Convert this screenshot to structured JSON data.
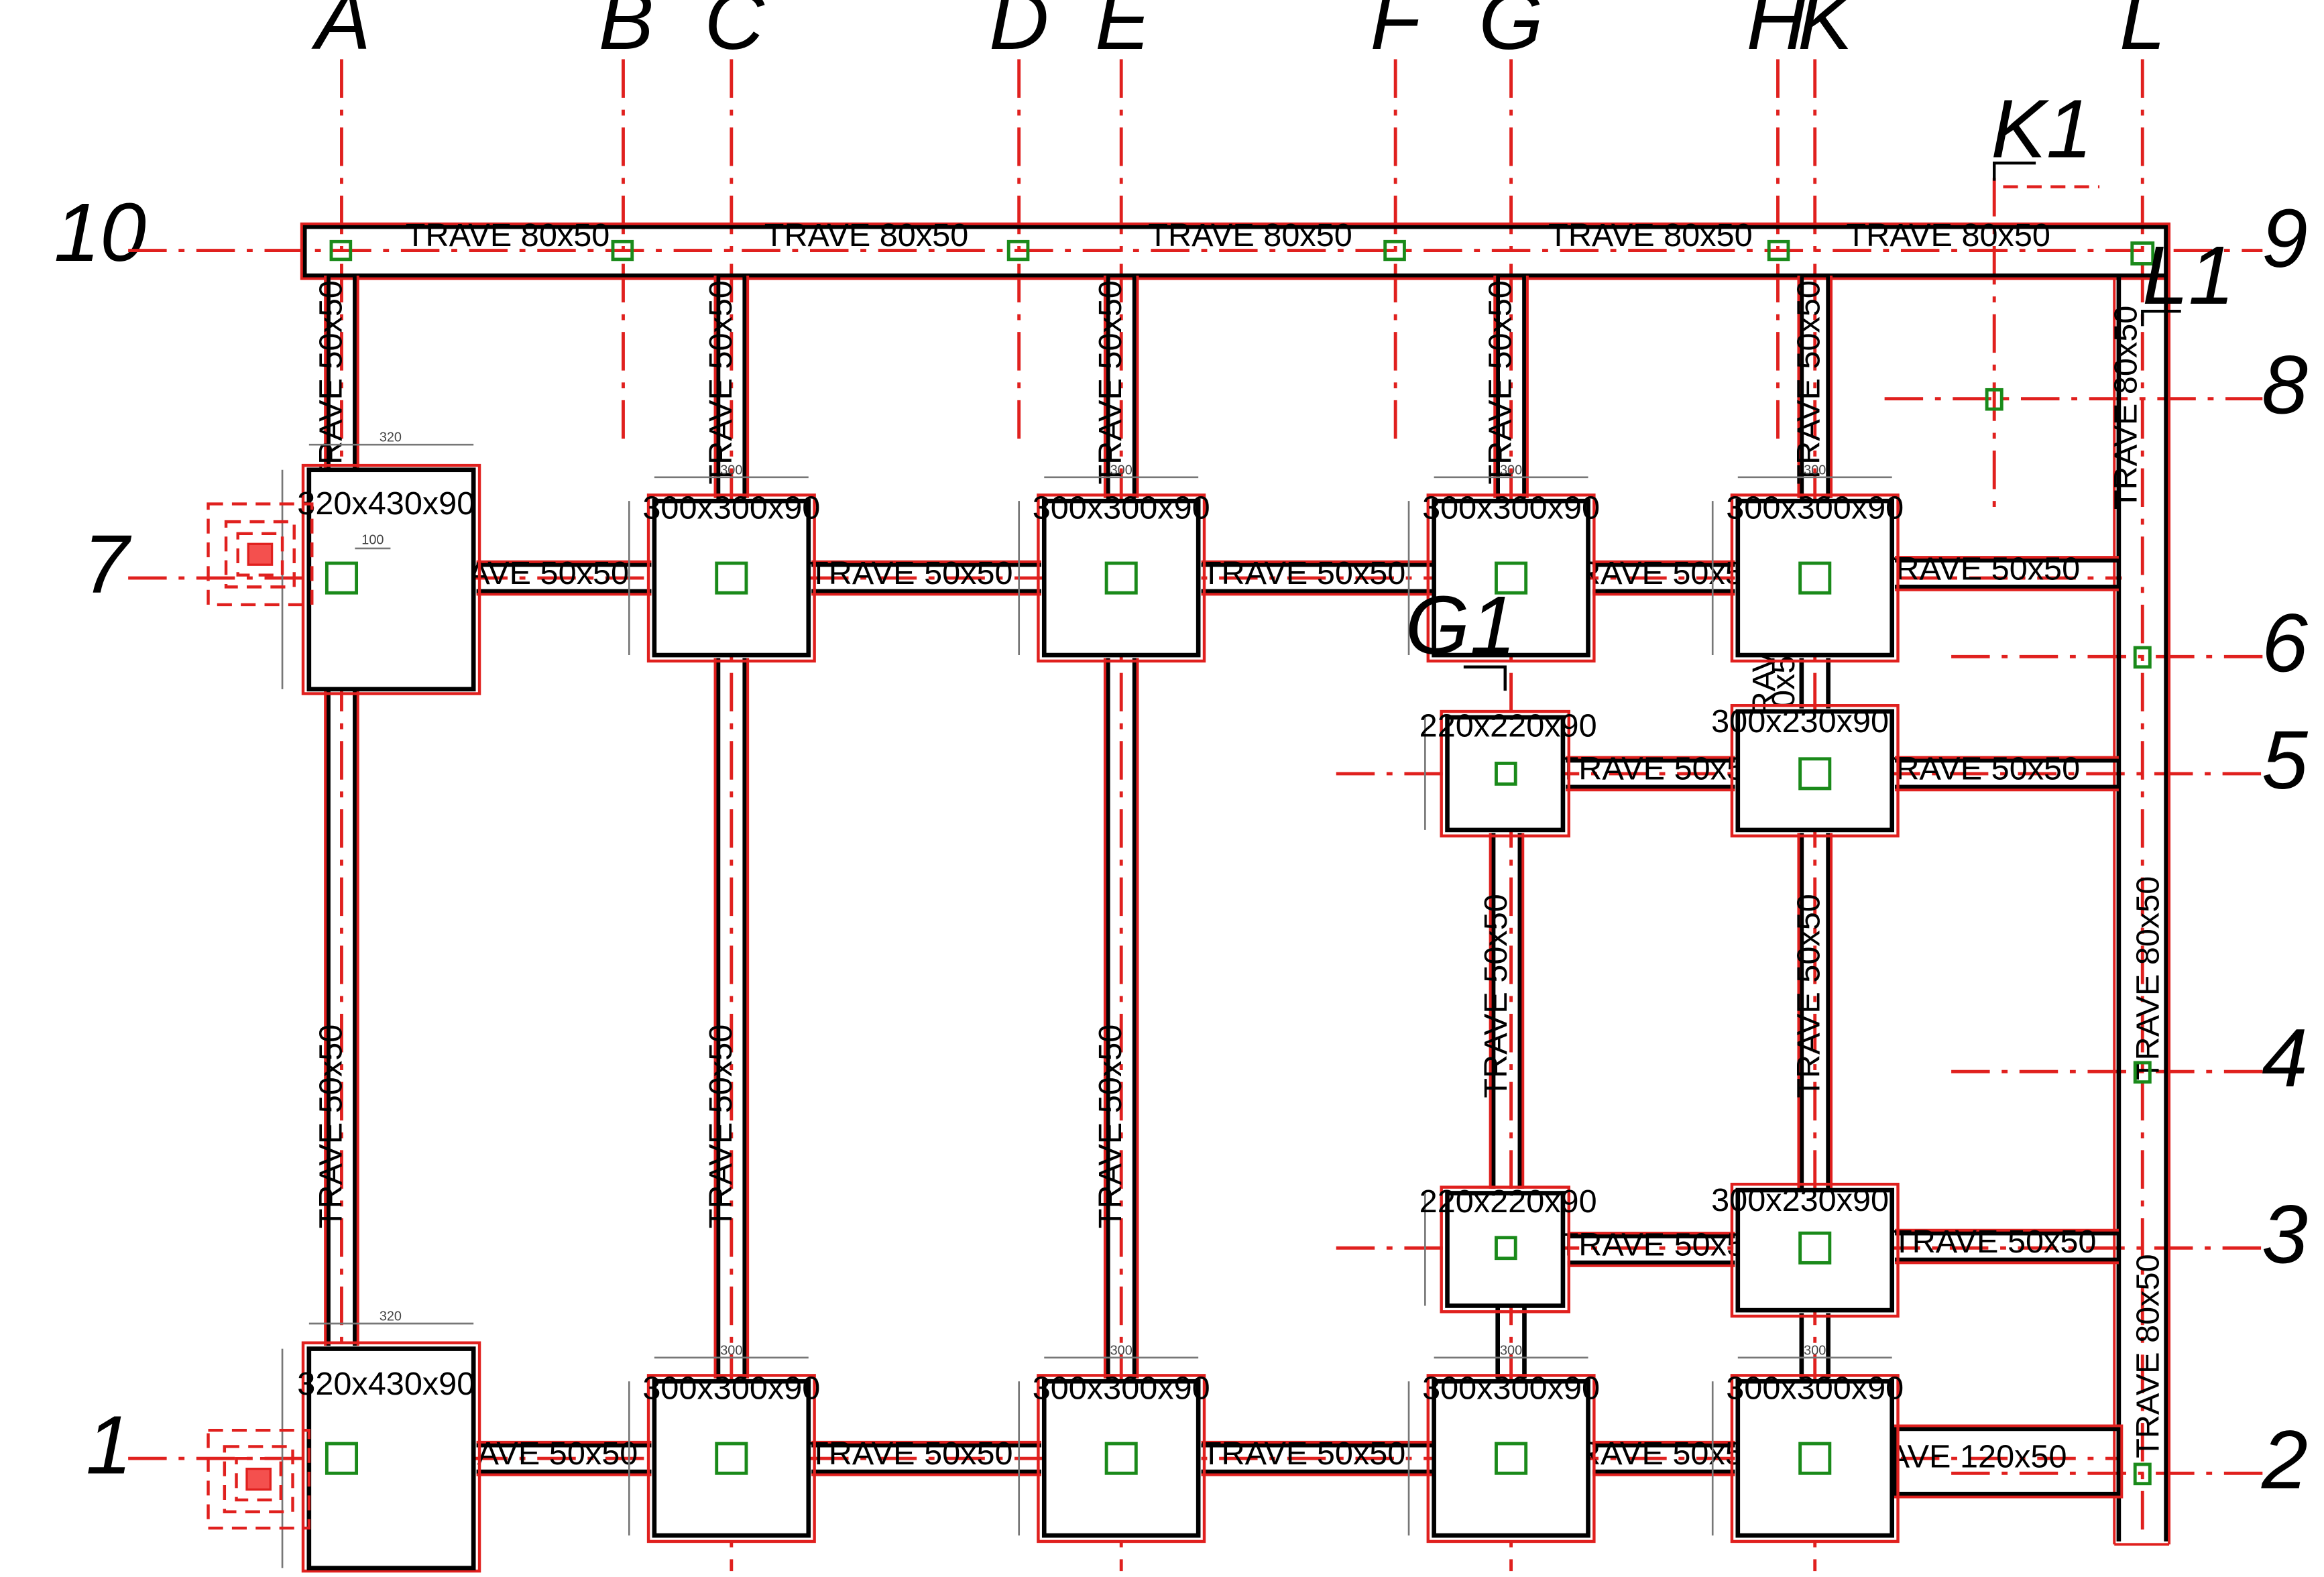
{
  "colors": {
    "grid": "#e0201e",
    "beam": "#000000",
    "column": "#1a8a1a",
    "accent_fill": "#f4504e"
  },
  "axes_letters": [
    "A",
    "B",
    "C",
    "D",
    "E",
    "F",
    "G",
    "H",
    "K",
    "L"
  ],
  "axes_numbers": [
    "10",
    "9",
    "8",
    "7",
    "6",
    "5",
    "4",
    "3",
    "2",
    "1"
  ],
  "special_axes": [
    "K1",
    "L1",
    "G1"
  ],
  "footings": {
    "f320": "320x430x90",
    "f300": "300x300x90",
    "f220": "220x220x90",
    "f230": "300x230x90"
  },
  "dims": {
    "d320": "320",
    "d300": "300",
    "d100": "100"
  },
  "beams": {
    "t8050": "TRAVE 80x50",
    "t5050": "TRAVE 50x50",
    "t12050": "TRAVE 120x50",
    "trave": "TRAVE",
    "s5050": "50x50"
  }
}
